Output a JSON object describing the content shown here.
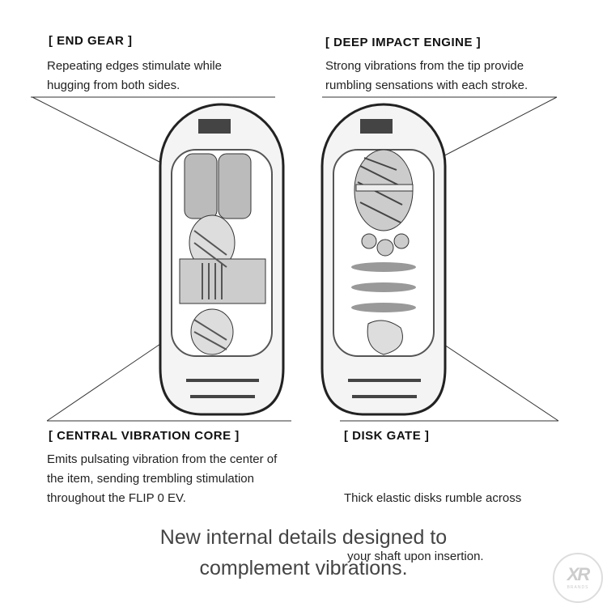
{
  "features": [
    {
      "title": "[ END GEAR ]",
      "description": [
        "Repeating edges stimulate while",
        "hugging from both sides."
      ]
    },
    {
      "title": "[ DEEP IMPACT ENGINE ]",
      "description": [
        "Strong vibrations from the tip provide",
        "rumbling sensations with each stroke."
      ]
    },
    {
      "title": "[ CENTRAL VIBRATION CORE ]",
      "description": [
        "Emits pulsating vibration from the center of",
        "the item, sending trembling stimulation",
        "throughout the FLIP 0 EV."
      ]
    },
    {
      "title": "[ DISK GATE ]",
      "description": [
        "Thick elastic disks rumble across",
        " your shaft upon insertion."
      ]
    }
  ],
  "tagline": [
    "New internal details designed to",
    "complement vibrations."
  ],
  "logo": {
    "text": "XR",
    "subtext": "BRANDS"
  }
}
